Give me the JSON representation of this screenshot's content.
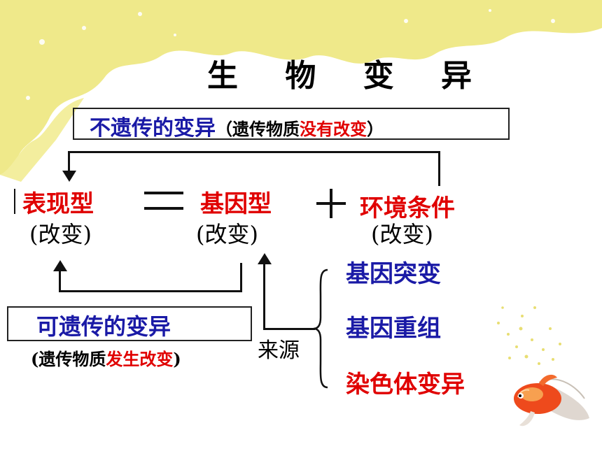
{
  "title": "生 物 变 异",
  "non_heritable": {
    "label": "不遗传的变异",
    "note_open": "（遗传物质",
    "note_red": "没有改变",
    "note_close": "）"
  },
  "equation": {
    "phenotype": "表现型",
    "equals": "=",
    "genotype": "基因型",
    "plus": "+",
    "environment": "环境条件",
    "change_label": "(改变)"
  },
  "heritable": {
    "label": "可遗传的变异",
    "note_open": "(遗传物质",
    "note_red": "发生改变",
    "note_close": ")"
  },
  "sources": {
    "label": "来源",
    "items": [
      {
        "text": "基因突变",
        "color": "#1a1aa6"
      },
      {
        "text": "基因重组",
        "color": "#1a1aa6"
      },
      {
        "text": "染色体变异",
        "color": "#e00000"
      }
    ]
  }
}
